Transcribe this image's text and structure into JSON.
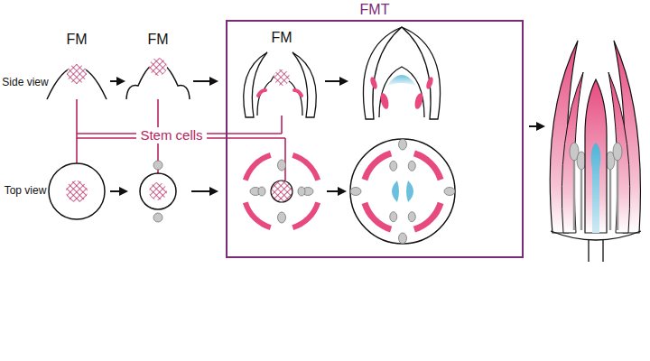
{
  "diagram": {
    "nodes": [
      {
        "text": [
          "FMT"
        ]
      }
    ],
    "labels": [
      "FM",
      "FM",
      "FM",
      "Side view",
      "Top view",
      "Stem cells"
    ]
  }
}
